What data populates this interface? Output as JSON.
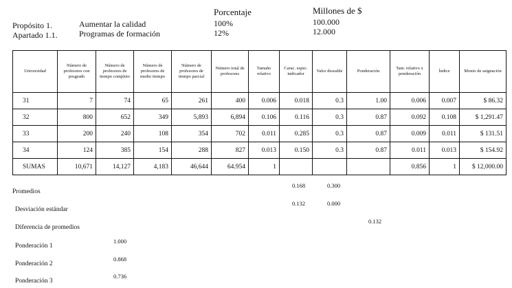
{
  "header": {
    "porcentaje_label": "Porcentaje",
    "millones_label": "Millones de $",
    "proposito_label": "Propósito 1.",
    "proposito_text": "Aumentar la calidad",
    "proposito_pct": "100%",
    "proposito_monto": "100.000",
    "apartado_label": "Apartado 1.1.",
    "apartado_text": "Programas de formación",
    "apartado_pct": "12%",
    "apartado_monto": "12.000"
  },
  "table": {
    "columns": [
      "Universidad",
      "Número de profesores con posgrado",
      "Número de profesores de tiempo completo",
      "Número de profesores de medio tiempo",
      "Número de profesores de tiempo parcial",
      "Número total de profesores",
      "Tamaño relativo",
      "Carac. espec. indicador",
      "Valor deseable",
      "Ponderación",
      "Tam. relativo x ponderación",
      "Índice",
      "Monto de asignación"
    ],
    "rows": [
      [
        "31",
        "7",
        "74",
        "65",
        "261",
        "400",
        "0.006",
        "0.018",
        "0.3",
        "1.00",
        "0.006",
        "0.007",
        "$ 86.32"
      ],
      [
        "32",
        "800",
        "652",
        "349",
        "5,893",
        "6,894",
        "0.106",
        "0.116",
        "0.3",
        "0.87",
        "0.092",
        "0.108",
        "$ 1,291.47"
      ],
      [
        "33",
        "200",
        "240",
        "108",
        "354",
        "702",
        "0.011",
        "0.285",
        "0.3",
        "0.87",
        "0.009",
        "0.011",
        "$ 131.51"
      ],
      [
        "34",
        "124",
        "385",
        "154",
        "288",
        "827",
        "0.013",
        "0.150",
        "0.3",
        "0.87",
        "0.011",
        "0.013",
        "$ 154.92"
      ],
      [
        "SUMAS",
        "10,671",
        "14,127",
        "4,183",
        "46,644",
        "64.954",
        "1",
        "",
        "",
        "",
        "0.856",
        "1",
        "$ 12,000.00"
      ]
    ]
  },
  "below": {
    "promedios_label": "Promedios",
    "promedios_carac": "0.168",
    "promedios_valor": "0.300",
    "desviacion_label": "Desviación estándar",
    "desviacion_carac": "0.132",
    "desviacion_valor": "0.000",
    "diferencia_label": "Diferencia de promedios",
    "diferencia_value": "0.132",
    "ponderacion1_label": "Ponderación 1",
    "ponderacion1_value": "1.000",
    "ponderacion2_label": "Ponderación 2",
    "ponderacion2_value": "0.868",
    "ponderacion3_label": "Ponderación 3",
    "ponderacion3_value": "0.736"
  }
}
